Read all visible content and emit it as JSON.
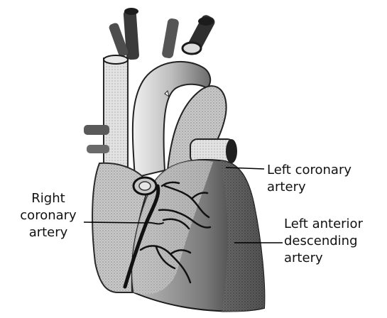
{
  "labels": {
    "right_coronary": {
      "line1": "Right",
      "line2": "coronary",
      "line3": "artery"
    },
    "left_coronary": {
      "line1": "Left coronary",
      "line2": "artery"
    },
    "left_anterior_descending": {
      "line1": "Left anterior",
      "line2": "descending",
      "line3": "artery"
    }
  }
}
